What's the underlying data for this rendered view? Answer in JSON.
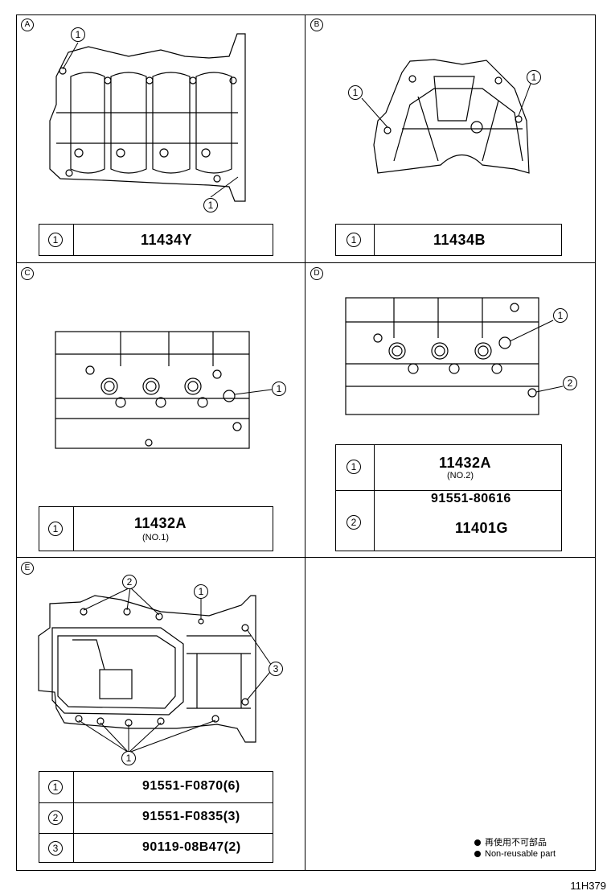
{
  "figure_code": "11H379",
  "legend": {
    "line1": "再使用不可部品",
    "line2": "Non-reusable part"
  },
  "panels": {
    "A": {
      "letter": "A",
      "callouts": [
        "1",
        "1"
      ],
      "parts": [
        {
          "index": "1",
          "number": "11434Y",
          "non_reusable": true
        }
      ]
    },
    "B": {
      "letter": "B",
      "callouts": [
        "1",
        "1"
      ],
      "parts": [
        {
          "index": "1",
          "number": "11434B"
        }
      ]
    },
    "C": {
      "letter": "C",
      "callouts": [
        "1"
      ],
      "parts": [
        {
          "index": "1",
          "number": "11432A",
          "note": "(NO.1)"
        }
      ]
    },
    "D": {
      "letter": "D",
      "callouts": [
        "1",
        "2"
      ],
      "parts": [
        {
          "index": "1",
          "number": "11432A",
          "note": "(NO.2)"
        },
        {
          "index": "2",
          "number": "91551-80616",
          "number2": "11401G"
        }
      ]
    },
    "E": {
      "letter": "E",
      "callouts": [
        "2",
        "1",
        "3",
        "1"
      ],
      "parts": [
        {
          "index": "1",
          "number": "91551-F0870(6)"
        },
        {
          "index": "2",
          "number": "91551-F0835(3)"
        },
        {
          "index": "3",
          "number": "90119-08B47(2)"
        }
      ]
    }
  }
}
